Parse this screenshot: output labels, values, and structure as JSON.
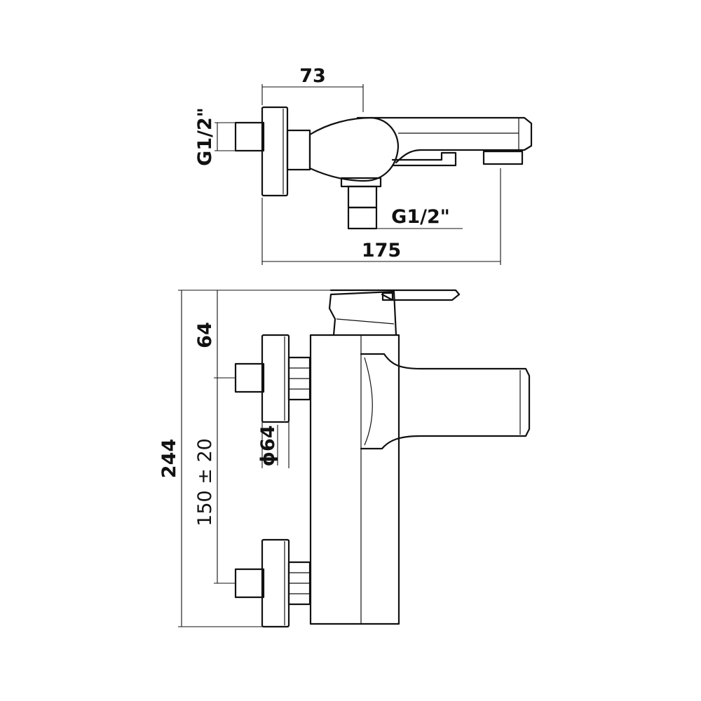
{
  "top_view": {
    "width_label": "73",
    "inlet_label_left": "G1/2\"",
    "outlet_label_bottom": "G1/2\"",
    "length_label": "175"
  },
  "front_view": {
    "height_label": "244",
    "offset_label": "64",
    "flange_diameter_label": "ϕ64",
    "centers_label": "150 ± 20"
  },
  "colors": {
    "line": "#111111",
    "background": "#ffffff"
  }
}
